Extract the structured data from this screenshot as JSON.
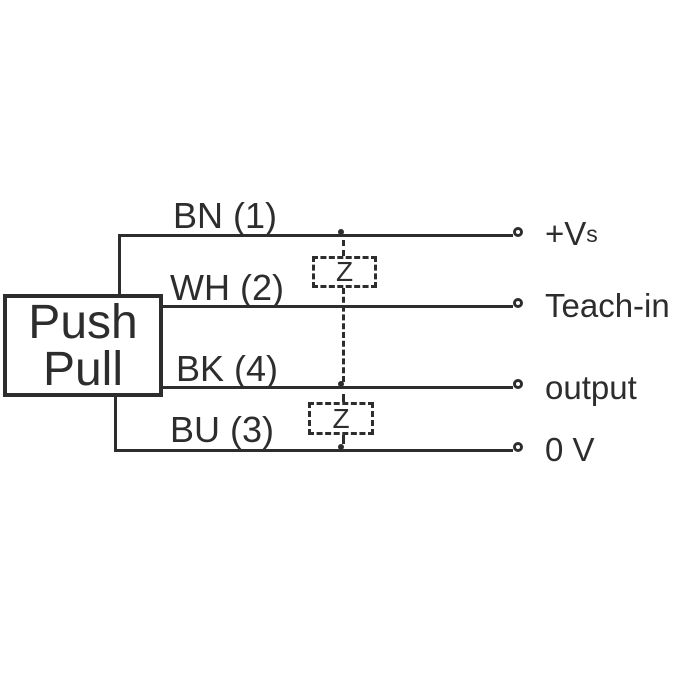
{
  "device": {
    "line1": "Push",
    "line2": "Pull"
  },
  "wires": {
    "bn": {
      "label": "BN (1)"
    },
    "wh": {
      "label": "WH (2)"
    },
    "bk": {
      "label": "BK (4)"
    },
    "bu": {
      "label": "BU (3)"
    }
  },
  "terminals": {
    "vs_main": "+V",
    "vs_sub": "s",
    "teach_in": "Teach-in",
    "output": "output",
    "zero_v": "0 V"
  },
  "zener": {
    "label": "Z"
  },
  "colors": {
    "ink": "#2d2d2d",
    "background": "#ffffff"
  }
}
